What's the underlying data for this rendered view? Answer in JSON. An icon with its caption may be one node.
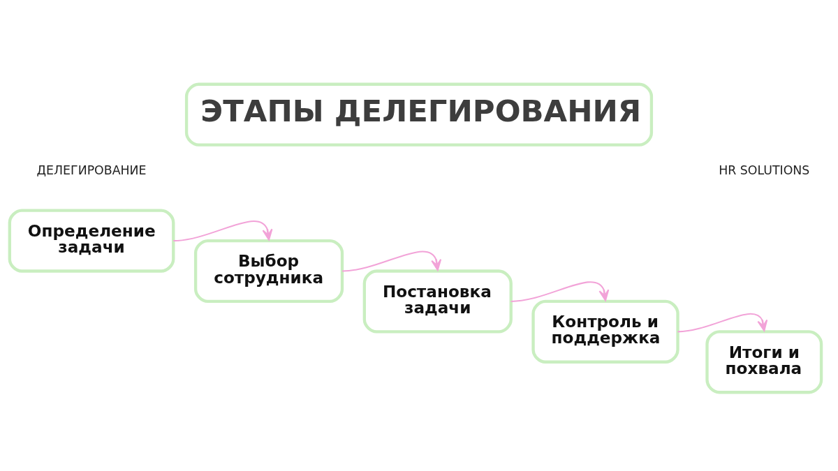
{
  "diagram": {
    "title": "ЭТАПЫ ДЕЛЕГИРОВАНИЯ",
    "nodes": [
      {
        "text": [
          "Определение задачи"
        ]
      },
      {
        "text": [
          "Выбор сотрудника"
        ]
      },
      {
        "text": [
          "Постановка задачи"
        ]
      },
      {
        "text": [
          "Контроль и поддержка"
        ]
      },
      {
        "text": [
          "Итоги и похвала"
        ]
      }
    ],
    "edges": [
      {
        "from": 0,
        "to": 1,
        "arrow": "to"
      },
      {
        "from": 1,
        "to": 2,
        "arrow": "to"
      },
      {
        "from": 2,
        "to": 3,
        "arrow": "to"
      },
      {
        "from": 3,
        "to": 4,
        "arrow": "to"
      }
    ],
    "labels": [
      "ДЕЛЕГИРОВАНИЕ",
      "HR SOLUTIONS"
    ]
  }
}
